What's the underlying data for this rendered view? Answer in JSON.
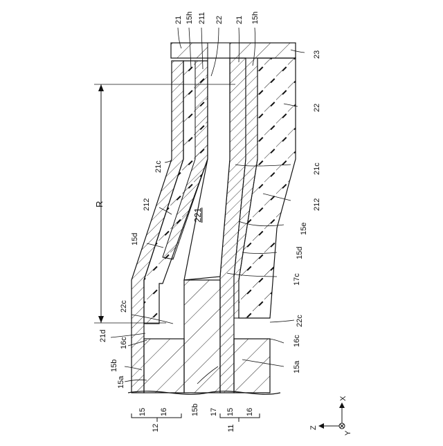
{
  "figure": {
    "labels": {
      "l21a": "21",
      "l15ha": "15h",
      "l211": "211",
      "l22a": "22",
      "l21b": "21",
      "l15hb": "15h",
      "l23": "23",
      "l22b": "22",
      "l21c_left": "21c",
      "l21c_right": "21c",
      "l212_left": "212",
      "l212_right": "212",
      "l221": "221",
      "l15d_left": "15d",
      "l15e": "15e",
      "l15d_right": "15d",
      "lR": "R",
      "l17c": "17c",
      "l22c_left": "22c",
      "l22c_right": "22c",
      "l21d": "21d",
      "l16c_left": "16c",
      "l16c_right": "16c",
      "l15b_left": "15b",
      "l15a_left": "15a",
      "l15a_right": "15a",
      "lb15_1": "15",
      "lb16_1": "16",
      "lb12": "12",
      "lb15b": "15b",
      "lb17": "17",
      "lb11": "11",
      "lb15_2": "15",
      "lb16_2": "16"
    },
    "axes": {
      "x": "X",
      "y": "Y",
      "z": "Z"
    }
  }
}
